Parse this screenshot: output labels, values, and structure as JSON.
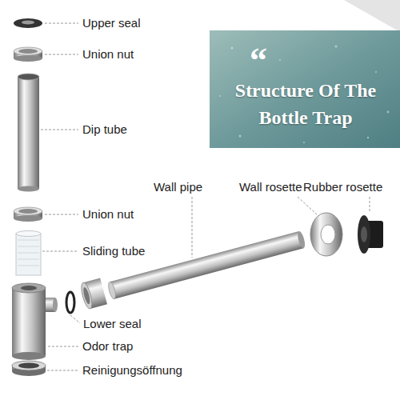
{
  "diagram": {
    "title": "Structure Of The Bottle Trap",
    "labels": [
      "“",
      "Upper seal",
      "Union nut",
      "Dip tube",
      "Union nut",
      "Sliding tube",
      "Wall pipe",
      "Wall rosette",
      "Rubber rosette",
      "Lower seal",
      "Odor trap",
      "Reinigungsöffnung"
    ]
  }
}
